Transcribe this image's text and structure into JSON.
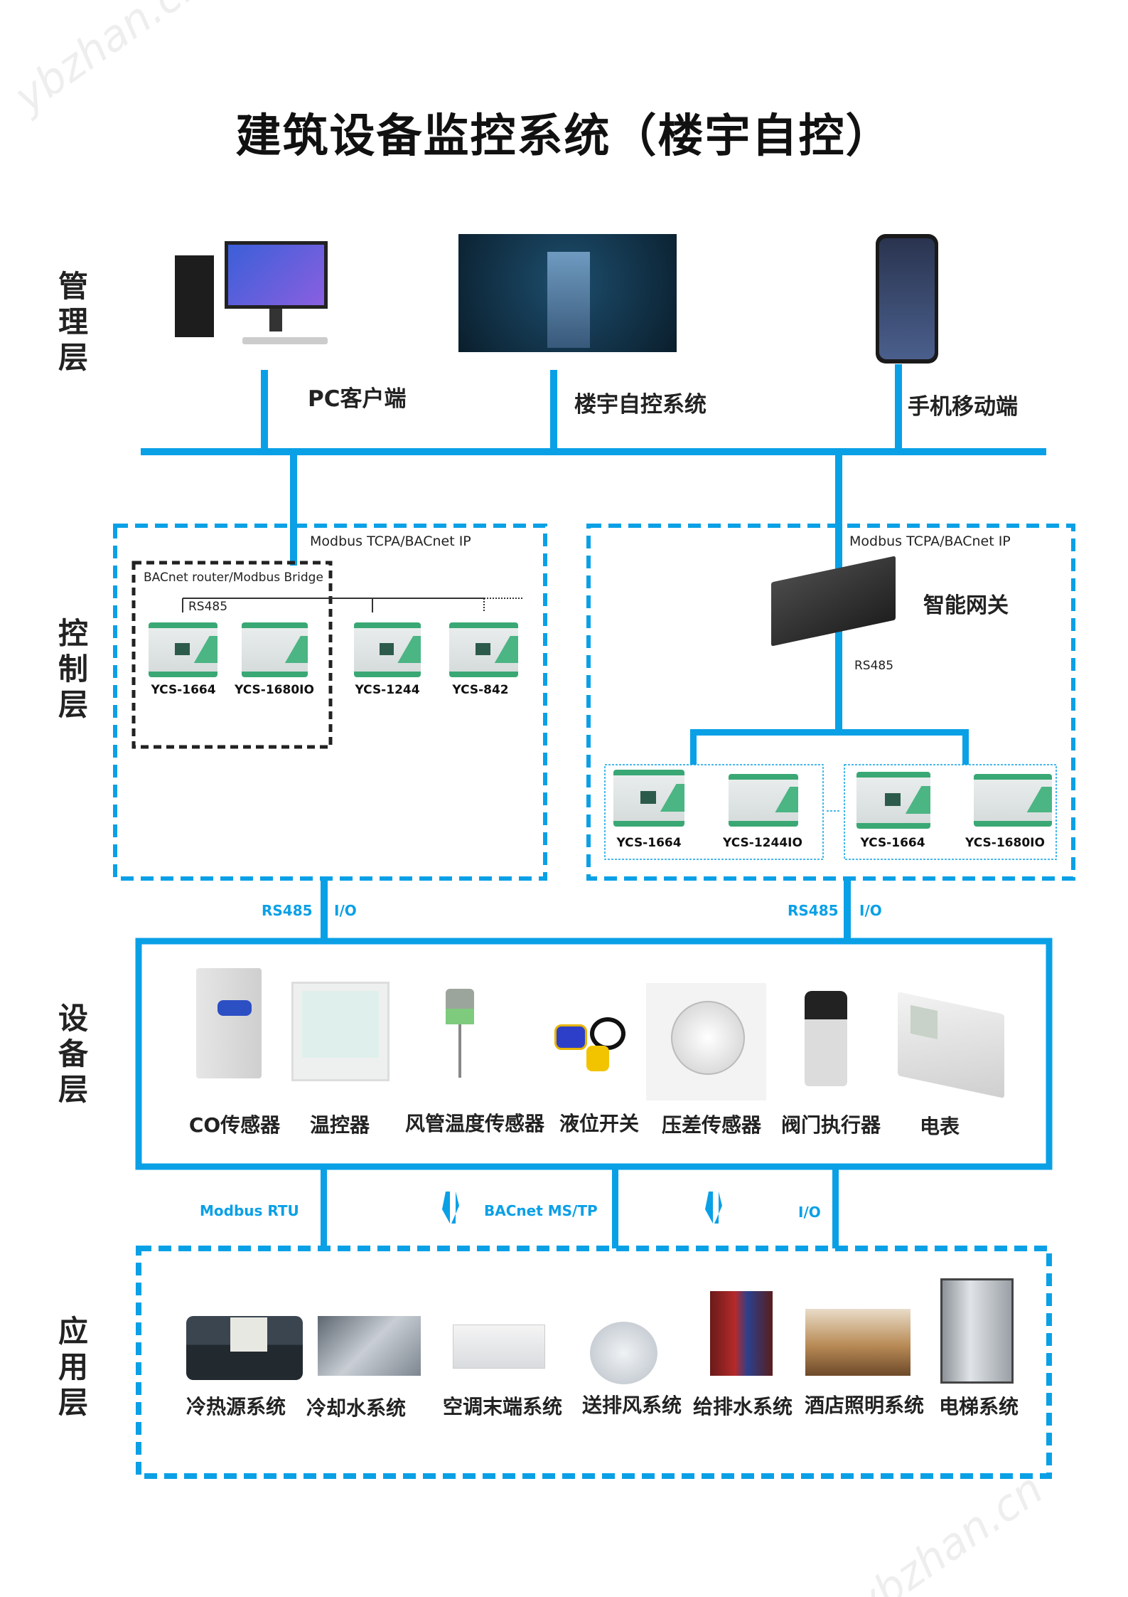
{
  "title": "建筑设备监控系统（楼宇自控）",
  "watermark": "ybzhan.cn",
  "colors": {
    "bus": "#0aa0e6",
    "router_box": "#222222",
    "text": "#222222"
  },
  "layers": {
    "management": "管理层",
    "control": "控制层",
    "device": "设备层",
    "application": "应用层"
  },
  "management": {
    "pc_label": "PC客户端",
    "bms_label": "楼宇自控系统",
    "mobile_label": "手机移动端"
  },
  "control": {
    "left": {
      "protocol": "Modbus TCPA/BACnet IP",
      "router_label": "BACnet router/Modbus Bridge",
      "rs485": "RS485",
      "models": [
        "YCS-1664",
        "YCS-1680IO",
        "YCS-1244",
        "YCS-842"
      ]
    },
    "right": {
      "protocol": "Modbus TCPA/BACnet IP",
      "gateway_label": "智能网关",
      "rs485": "RS485",
      "models": [
        "YCS-1664",
        "YCS-1244IO",
        "YCS-1664",
        "YCS-1680IO"
      ]
    }
  },
  "links_upper": {
    "left_rs485": "RS485",
    "left_io": "I/O",
    "right_rs485": "RS485",
    "right_io": "I/O"
  },
  "devices": [
    "CO传感器",
    "温控器",
    "风管温度传感器",
    "液位开关",
    "压差传感器",
    "阀门执行器",
    "电表"
  ],
  "links_lower": {
    "modbus": "Modbus RTU",
    "bacnet": "BACnet MS/TP",
    "io": "I/O"
  },
  "applications": [
    "冷热源系统",
    "冷却水系统",
    "空调末端系统",
    "送排风系统",
    "给排水系统",
    "酒店照明系统",
    "电梯系统"
  ]
}
